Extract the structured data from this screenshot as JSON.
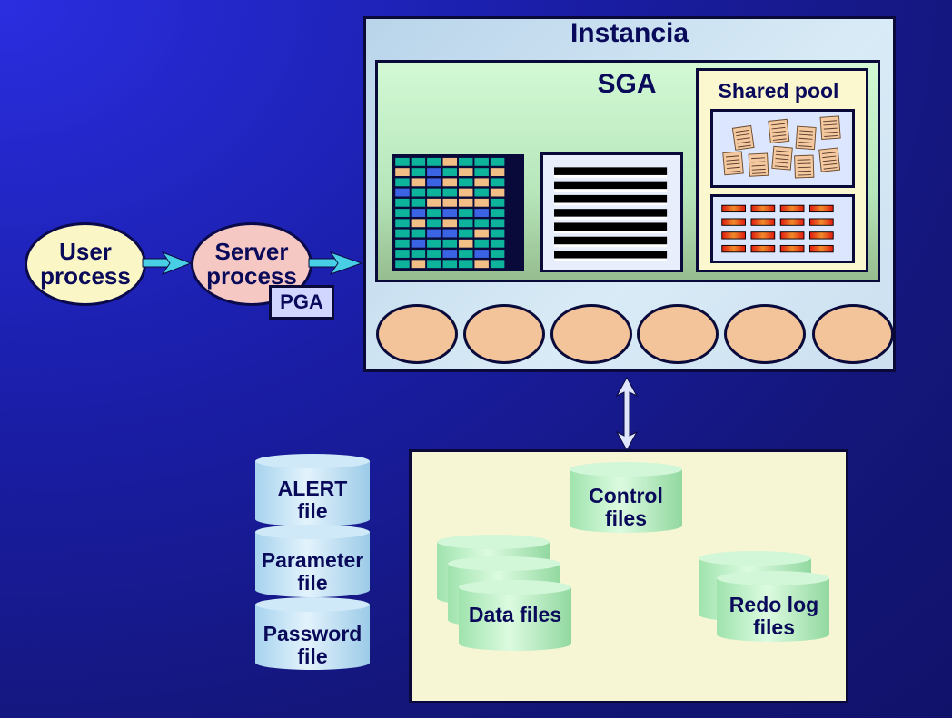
{
  "instance": {
    "title": "Instancia"
  },
  "sga": {
    "title": "SGA"
  },
  "shared_pool": {
    "title": "Shared pool"
  },
  "user_process": {
    "line1": "User",
    "line2": "process"
  },
  "server_process": {
    "line1": "Server",
    "line2": "process"
  },
  "pga": {
    "label": "PGA"
  },
  "files": {
    "alert": {
      "line1": "ALERT",
      "line2": "file"
    },
    "parameter": {
      "line1": "Parameter",
      "line2": "file"
    },
    "password": {
      "line1": "Password",
      "line2": "file"
    }
  },
  "database": {
    "control": {
      "line1": "Control",
      "line2": "files"
    },
    "data": {
      "line1": "Data files"
    },
    "redo": {
      "line1": "Redo log",
      "line2": "files"
    }
  },
  "colors": {
    "background": "#1a1ea8",
    "instance": "#cfe3f3",
    "sga": "#c4efc6",
    "shared_pool": "#fbf7cf",
    "database_panel": "#f7f6d4",
    "cylinder_blue": "#cfe7f6",
    "cylinder_green": "#c9f2cf",
    "arrow": "#48cfe6",
    "bg_process": "#f3c49a"
  },
  "icons": [
    "arrow-right-icon",
    "double-arrow-vertical-icon",
    "document-icon",
    "cylinder-icon"
  ]
}
